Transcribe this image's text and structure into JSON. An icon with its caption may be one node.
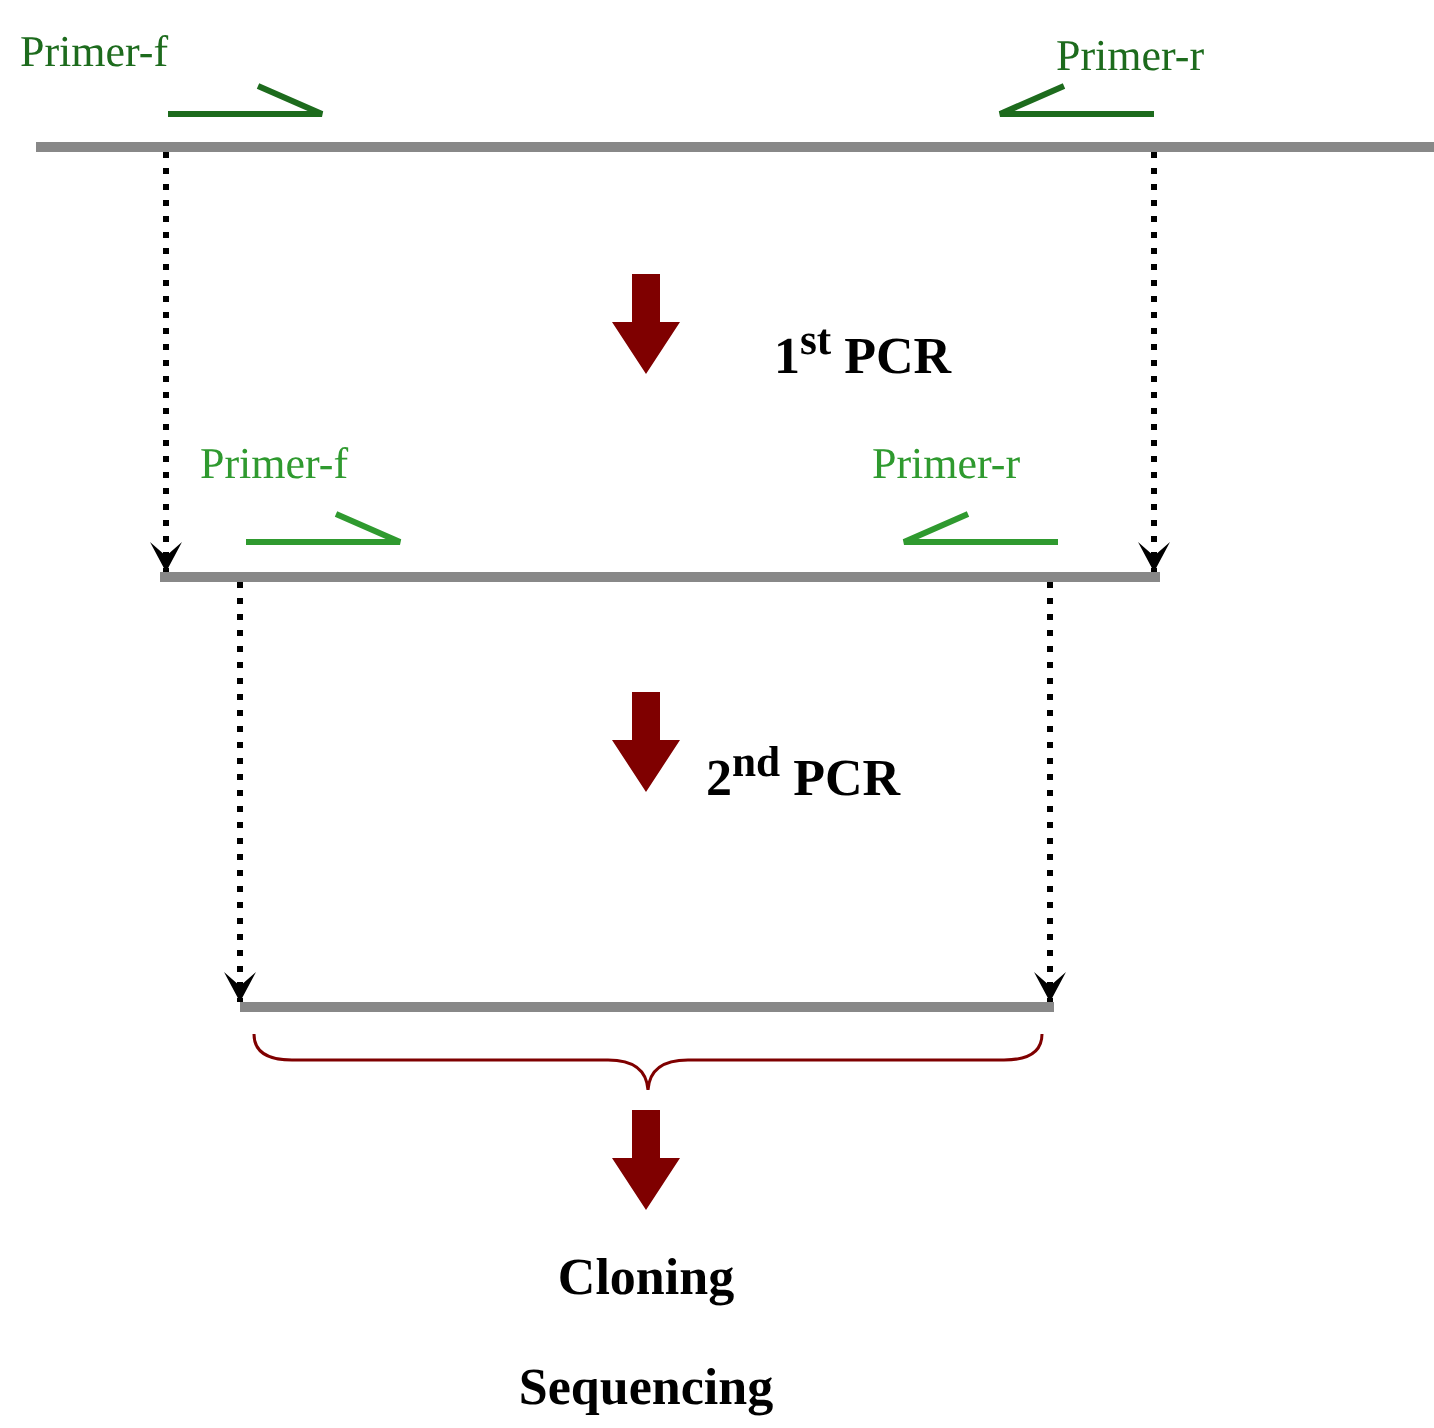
{
  "diagram": {
    "nodes": [
      {
        "text": [],
        "shape": "bar"
      },
      {
        "text": [
          "Primer-f"
        ]
      },
      {
        "text": [
          "Primer-r"
        ]
      },
      {
        "text": [],
        "shape": "bar"
      },
      {
        "text": [
          "Primer-f"
        ]
      },
      {
        "text": [
          "Primer-r"
        ]
      },
      {
        "text": [],
        "shape": "bar"
      }
    ],
    "edges": [
      {
        "from": 0,
        "to": 3,
        "arrow": "to",
        "style": "dashed"
      },
      {
        "from": 0,
        "to": 3,
        "arrow": "to",
        "style": "dashed"
      },
      {
        "from": 3,
        "to": 6,
        "arrow": "to",
        "style": "dashed"
      },
      {
        "from": 3,
        "to": 6,
        "arrow": "to",
        "style": "dashed"
      }
    ],
    "labels": [
      "1$^{st}$ PCR",
      "2$^{nd}$ PCR",
      "Cloning",
      "Sequencing"
    ]
  }
}
